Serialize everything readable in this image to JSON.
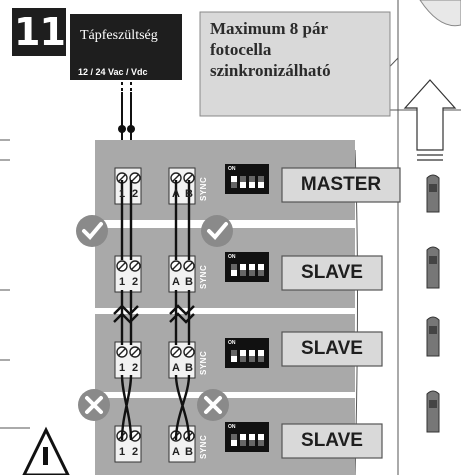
{
  "step": {
    "number": "11"
  },
  "supply": {
    "label": "Tápfeszültség",
    "voltage": "12 / 24 Vac / Vdc"
  },
  "note": {
    "text": "Maximum 8 pár fotocella szinkronizálható"
  },
  "boards": [
    {
      "role": "MASTER",
      "dip_label": "ON",
      "sync_label": "SYNC",
      "terminals_power": [
        "1",
        "2"
      ],
      "terminals_sync": [
        "A",
        "B"
      ]
    },
    {
      "role": "SLAVE",
      "dip_label": "ON",
      "sync_label": "SYNC",
      "terminals_power": [
        "1",
        "2"
      ],
      "terminals_sync": [
        "A",
        "B"
      ]
    },
    {
      "role": "SLAVE",
      "dip_label": "ON",
      "sync_label": "SYNC",
      "terminals_power": [
        "1",
        "2"
      ],
      "terminals_sync": [
        "A",
        "B"
      ]
    },
    {
      "role": "SLAVE",
      "dip_label": "ON",
      "sync_label": "SYNC",
      "terminals_power": [
        "1",
        "2"
      ],
      "terminals_sync": [
        "A",
        "B"
      ]
    }
  ],
  "marks": {
    "correct": "check-icon",
    "wrong": "cross-icon",
    "warning": "warning-icon"
  },
  "colors": {
    "board": "#a9a9a9",
    "dark_box": "#1e1e1e",
    "note_box": "#d9d9d9",
    "ok": "#8a8a8a",
    "wrong": "#8a8a8a"
  }
}
